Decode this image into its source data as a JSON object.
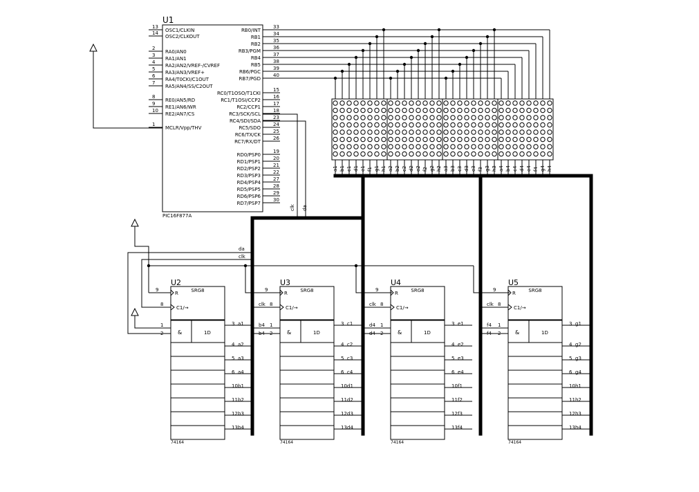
{
  "mcu": {
    "ref": "U1",
    "part": "PIC16F877A",
    "left_pins": [
      {
        "num": "13",
        "name": "OSC1/CLKIN"
      },
      {
        "num": "14",
        "name": "OSC2/CLKOUT"
      },
      {
        "num": "2",
        "name": "RA0/AN0"
      },
      {
        "num": "3",
        "name": "RA1/AN1"
      },
      {
        "num": "4",
        "name": "RA2/AN2/VREF-/CVREF"
      },
      {
        "num": "5",
        "name": "RA3/AN3/VREF+"
      },
      {
        "num": "6",
        "name": "RA4/T0CKI/C1OUT"
      },
      {
        "num": "7",
        "name": "RA5/AN4/SS/C2OUT"
      },
      {
        "num": "8",
        "name": "RE0/AN5/RD"
      },
      {
        "num": "9",
        "name": "RE1/AN6/WR"
      },
      {
        "num": "10",
        "name": "RE2/AN7/CS"
      },
      {
        "num": "1",
        "name": "MCLR/Vpp/THV"
      }
    ],
    "right_pins": [
      {
        "num": "33",
        "name": "RB0/INT"
      },
      {
        "num": "34",
        "name": "RB1"
      },
      {
        "num": "35",
        "name": "RB2"
      },
      {
        "num": "36",
        "name": "RB3/PGM"
      },
      {
        "num": "37",
        "name": "RB4"
      },
      {
        "num": "38",
        "name": "RB5"
      },
      {
        "num": "39",
        "name": "RB6/PGC"
      },
      {
        "num": "40",
        "name": "RB7/PGD"
      },
      {
        "num": "15",
        "name": "RC0/T1OSO/T1CKI"
      },
      {
        "num": "16",
        "name": "RC1/T1OSI/CCP2"
      },
      {
        "num": "17",
        "name": "RC2/CCP1"
      },
      {
        "num": "18",
        "name": "RC3/SCK/SCL"
      },
      {
        "num": "23",
        "name": "RC4/SDI/SDA"
      },
      {
        "num": "24",
        "name": "RC5/SDO"
      },
      {
        "num": "25",
        "name": "RC6/TX/CK"
      },
      {
        "num": "26",
        "name": "RC7/RX/DT"
      },
      {
        "num": "19",
        "name": "RD0/PSP0"
      },
      {
        "num": "20",
        "name": "RD1/PSP1"
      },
      {
        "num": "21",
        "name": "RD2/PSP2"
      },
      {
        "num": "22",
        "name": "RD3/PSP3"
      },
      {
        "num": "27",
        "name": "RD4/PSP4"
      },
      {
        "num": "28",
        "name": "RD5/PSP5"
      },
      {
        "num": "29",
        "name": "RD6/PSP6"
      },
      {
        "num": "30",
        "name": "RD7/PSP7"
      }
    ]
  },
  "nets": {
    "clk": "clk",
    "da": "da"
  },
  "matrix_cols": [
    "a1",
    "b1",
    "c1",
    "d1",
    "e1",
    "f1",
    "g1",
    "h1",
    "a2",
    "b2",
    "c2",
    "d2",
    "e2",
    "f2",
    "g2",
    "h2",
    "a3",
    "b3",
    "c3",
    "d3",
    "e3",
    "f3",
    "g3",
    "h3",
    "a4",
    "b4",
    "c4",
    "d4",
    "e4",
    "f4",
    "g4",
    "h4"
  ],
  "shift_registers": [
    {
      "ref": "U2",
      "part": "74164",
      "title": "SRG8",
      "clock_pin": "8",
      "clear_pin": "9",
      "in1": "1",
      "in2": "2",
      "in_labels": [
        "",
        ""
      ],
      "clk_label": "",
      "gate": "&",
      "data": "1D",
      "clock": "C1/→",
      "reset": "R",
      "outs": [
        {
          "pin": "3",
          "net": "a1"
        },
        {
          "pin": "4",
          "net": "a2"
        },
        {
          "pin": "5",
          "net": "a3"
        },
        {
          "pin": "6",
          "net": "a4"
        },
        {
          "pin": "10",
          "net": "b1"
        },
        {
          "pin": "11",
          "net": "b2"
        },
        {
          "pin": "12",
          "net": "b3"
        },
        {
          "pin": "13",
          "net": "b4"
        }
      ]
    },
    {
      "ref": "U3",
      "part": "74164",
      "title": "SRG8",
      "clock_pin": "8",
      "clear_pin": "9",
      "in1": "1",
      "in2": "2",
      "in_labels": [
        "b4",
        "b4"
      ],
      "clk_label": "clk",
      "gate": "&",
      "data": "1D",
      "clock": "C1/→",
      "reset": "R",
      "outs": [
        {
          "pin": "3",
          "net": "c1"
        },
        {
          "pin": "4",
          "net": "c2"
        },
        {
          "pin": "5",
          "net": "c3"
        },
        {
          "pin": "6",
          "net": "c4"
        },
        {
          "pin": "10",
          "net": "d1"
        },
        {
          "pin": "11",
          "net": "d2"
        },
        {
          "pin": "12",
          "net": "d3"
        },
        {
          "pin": "13",
          "net": "d4"
        }
      ]
    },
    {
      "ref": "U4",
      "part": "74164",
      "title": "SRG8",
      "clock_pin": "8",
      "clear_pin": "9",
      "in1": "1",
      "in2": "2",
      "in_labels": [
        "d4",
        "d4"
      ],
      "clk_label": "clk",
      "gate": "&",
      "data": "1D",
      "clock": "C1/→",
      "reset": "R",
      "outs": [
        {
          "pin": "3",
          "net": "e1"
        },
        {
          "pin": "4",
          "net": "e2"
        },
        {
          "pin": "5",
          "net": "e3"
        },
        {
          "pin": "6",
          "net": "e4"
        },
        {
          "pin": "10",
          "net": "f1"
        },
        {
          "pin": "11",
          "net": "f2"
        },
        {
          "pin": "12",
          "net": "f3"
        },
        {
          "pin": "13",
          "net": "f4"
        }
      ]
    },
    {
      "ref": "U5",
      "part": "74164",
      "title": "SRG8",
      "clock_pin": "8",
      "clear_pin": "9",
      "in1": "1",
      "in2": "2",
      "in_labels": [
        "f4",
        "f4"
      ],
      "clk_label": "clk",
      "gate": "&",
      "data": "1D",
      "clock": "C1/→",
      "reset": "R",
      "outs": [
        {
          "pin": "3",
          "net": "g1"
        },
        {
          "pin": "4",
          "net": "g2"
        },
        {
          "pin": "5",
          "net": "g3"
        },
        {
          "pin": "6",
          "net": "g4"
        },
        {
          "pin": "10",
          "net": "h1"
        },
        {
          "pin": "11",
          "net": "h2"
        },
        {
          "pin": "12",
          "net": "h3"
        },
        {
          "pin": "13",
          "net": "h4"
        }
      ]
    }
  ]
}
